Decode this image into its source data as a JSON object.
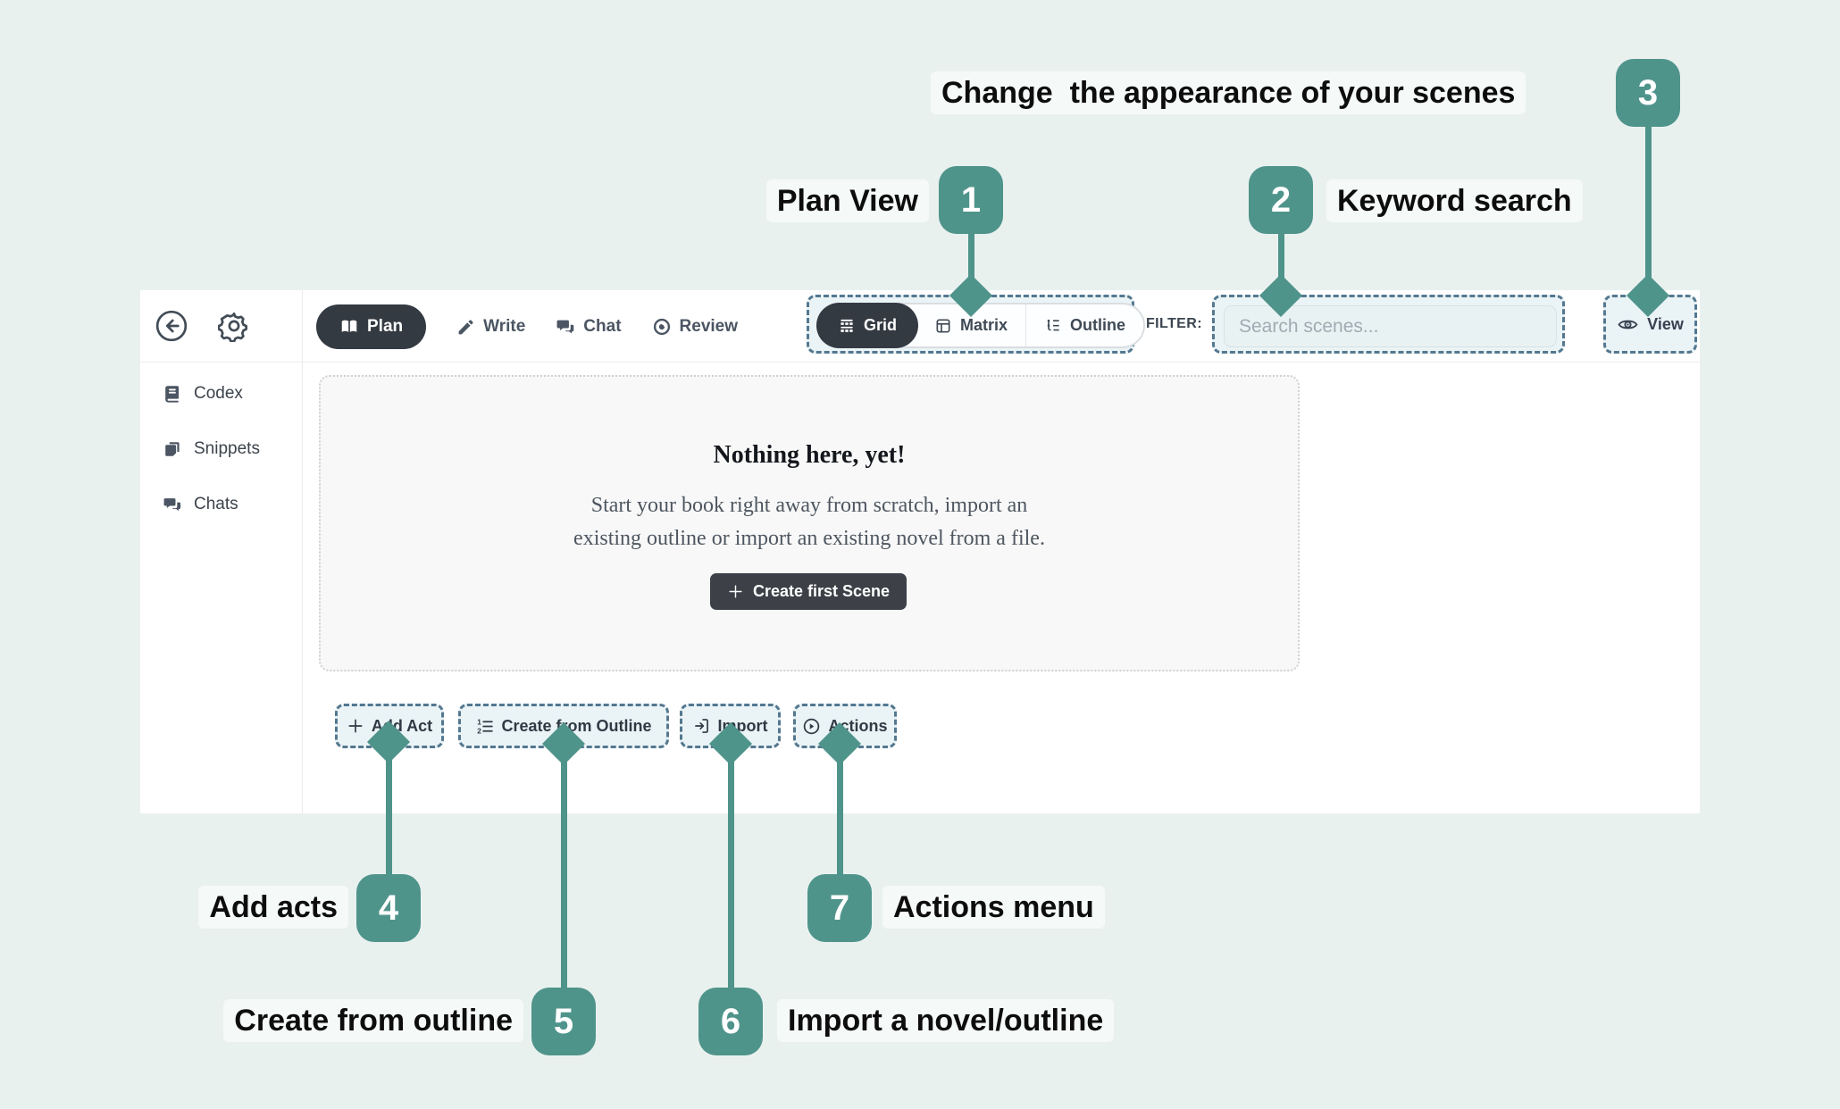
{
  "colors": {
    "teal": "#4f948b",
    "dash_border": "#54788f",
    "dark_pill": "#343a42",
    "page_bg": "#e9f1ef"
  },
  "annotations": {
    "appearance": {
      "label": "Change  the appearance of your scenes",
      "badge": "3"
    },
    "plan_view": {
      "label": "Plan View",
      "badge": "1"
    },
    "keyword_search": {
      "label": "Keyword search",
      "badge": "2"
    },
    "add_acts": {
      "label": "Add acts",
      "badge": "4"
    },
    "create_from_outline": {
      "label": "Create from outline",
      "badge": "5"
    },
    "import_novel": {
      "label": "Import a novel/outline",
      "badge": "6"
    },
    "actions_menu": {
      "label": "Actions menu",
      "badge": "7"
    }
  },
  "toolbar": {
    "tabs": [
      {
        "label": "Plan"
      },
      {
        "label": "Write"
      },
      {
        "label": "Chat"
      },
      {
        "label": "Review"
      }
    ],
    "view_modes": [
      {
        "label": "Grid"
      },
      {
        "label": "Matrix"
      },
      {
        "label": "Outline"
      }
    ],
    "filter_label": "FILTER:",
    "search_placeholder": "Search scenes...",
    "view_button_label": "View"
  },
  "sidebar": {
    "items": [
      {
        "label": "Codex"
      },
      {
        "label": "Snippets"
      },
      {
        "label": "Chats"
      }
    ]
  },
  "empty_state": {
    "title": "Nothing here, yet!",
    "body_line1": "Start your book right away from scratch, import an",
    "body_line2": "existing outline or import an existing novel from a file.",
    "cta_label": "Create first Scene"
  },
  "actions_bar": {
    "buttons": [
      {
        "label": "Add Act"
      },
      {
        "label": "Create from Outline"
      },
      {
        "label": "Import"
      },
      {
        "label": "Actions"
      }
    ]
  }
}
